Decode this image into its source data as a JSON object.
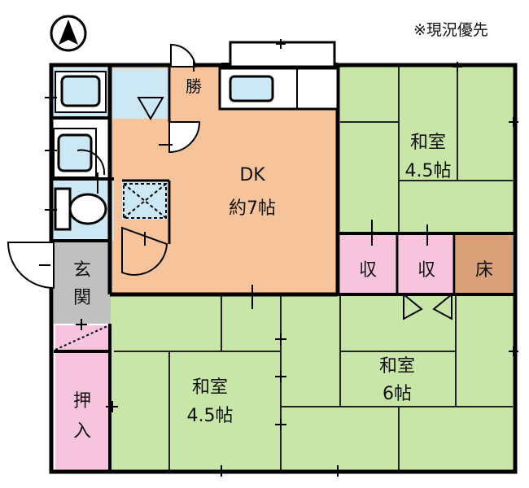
{
  "note": "※現況優先",
  "rooms": {
    "dk": {
      "name": "DK",
      "size": "約7帖"
    },
    "washitsu_ne": {
      "name": "和室",
      "size": "4.5帖"
    },
    "washitsu_s": {
      "name": "和室",
      "size": "4.5帖"
    },
    "washitsu_se": {
      "name": "和室",
      "size": "6帖"
    },
    "shuno_1": "収",
    "shuno_2": "収",
    "toko": "床",
    "katte": "勝",
    "genkan": [
      "玄",
      "関"
    ],
    "oshiire": [
      "押",
      "入"
    ]
  },
  "colors": {
    "tatami": "#c8e6a8",
    "dk_floor": "#f7c39a",
    "storage": "#f7c4dd",
    "toko": "#d9a07a",
    "wet_area": "#cce8f4",
    "genkan": "#c0c0c0",
    "wall": "#000000"
  },
  "icons": [
    "north-arrow-icon",
    "bathtub-icon",
    "sink-icon",
    "toilet-icon",
    "washing-machine-icon"
  ]
}
